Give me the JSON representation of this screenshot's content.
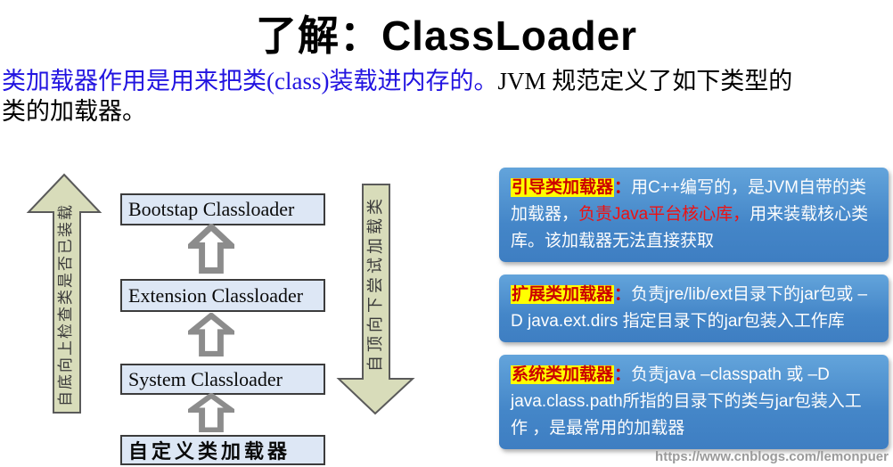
{
  "title": "了解：ClassLoader",
  "intro": {
    "highlight": "类加载器作用是用来把类(class)装载进内存的。",
    "rest": "JVM 规范定义了如下类型的\n类的加载器。"
  },
  "diagram": {
    "left_arrow_label": "自底向上检查类是否已装载",
    "right_arrow_label": "自顶向下尝试加载类",
    "boxes": [
      {
        "label": "Bootstap Classloader"
      },
      {
        "label": "Extension Classloader"
      },
      {
        "label": "System Classloader"
      },
      {
        "label": "自定义类加载器"
      }
    ]
  },
  "panels": [
    {
      "heading": "引导类加载器",
      "colon": "：",
      "text1": "用C++编写的，是JVM自带的类加载器，",
      "red_text": "负责Java平台核心库，",
      "text2": "用来装载核心类库。该加载器无法直接获取"
    },
    {
      "heading": "扩展类加载器",
      "colon": "：",
      "text1": "负责jre/lib/ext目录下的jar包或 –D java.ext.dirs 指定目录下的jar包装入工作库",
      "red_text": "",
      "text2": ""
    },
    {
      "heading": "系统类加载器",
      "colon": "：",
      "text1": "负责java –classpath 或 –D java.class.path所指的目录下的类与jar包装入工作 ，是最常用的加载器",
      "red_text": "",
      "text2": ""
    }
  ],
  "watermark": "https://www.cnblogs.com/lemonpuer",
  "colors": {
    "intro_highlight": "#2214e0",
    "panel_heading_text": "#cc0000",
    "panel_heading_highlight": "#ffff00",
    "panel_inline_red": "#ee1111",
    "panel_background_top": "#63a4db",
    "panel_background_bottom": "#3e7ec2",
    "flow_arrow_fill": "#d8dcba",
    "classloader_box_fill": "#dde7f5"
  }
}
